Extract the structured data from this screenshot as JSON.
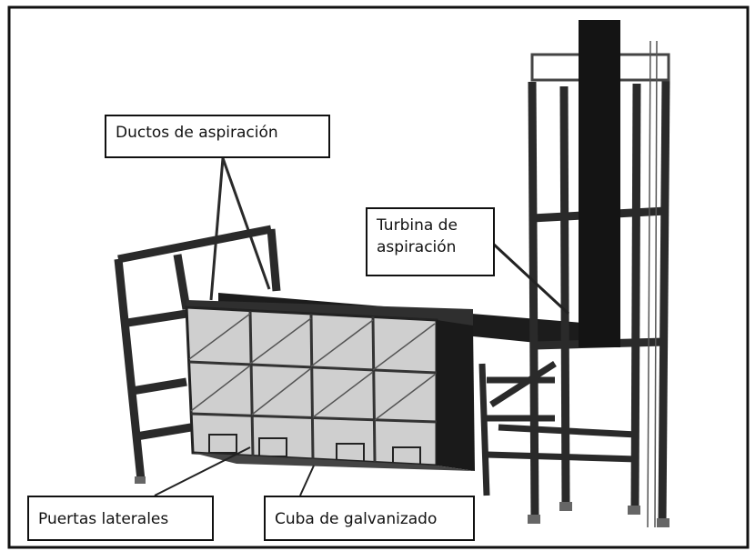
{
  "labels": {
    "ductos": "Ductos de aspiración",
    "turbina_line1": "Turbina de",
    "turbina_line2": "aspiración",
    "puertas": "Puertas laterales",
    "cuba": "Cuba de galvanizado"
  },
  "colors": {
    "frame": "#111111",
    "structure": "#2a2a2a",
    "tank_panel": "#cfcfcf",
    "background": "#ffffff"
  }
}
